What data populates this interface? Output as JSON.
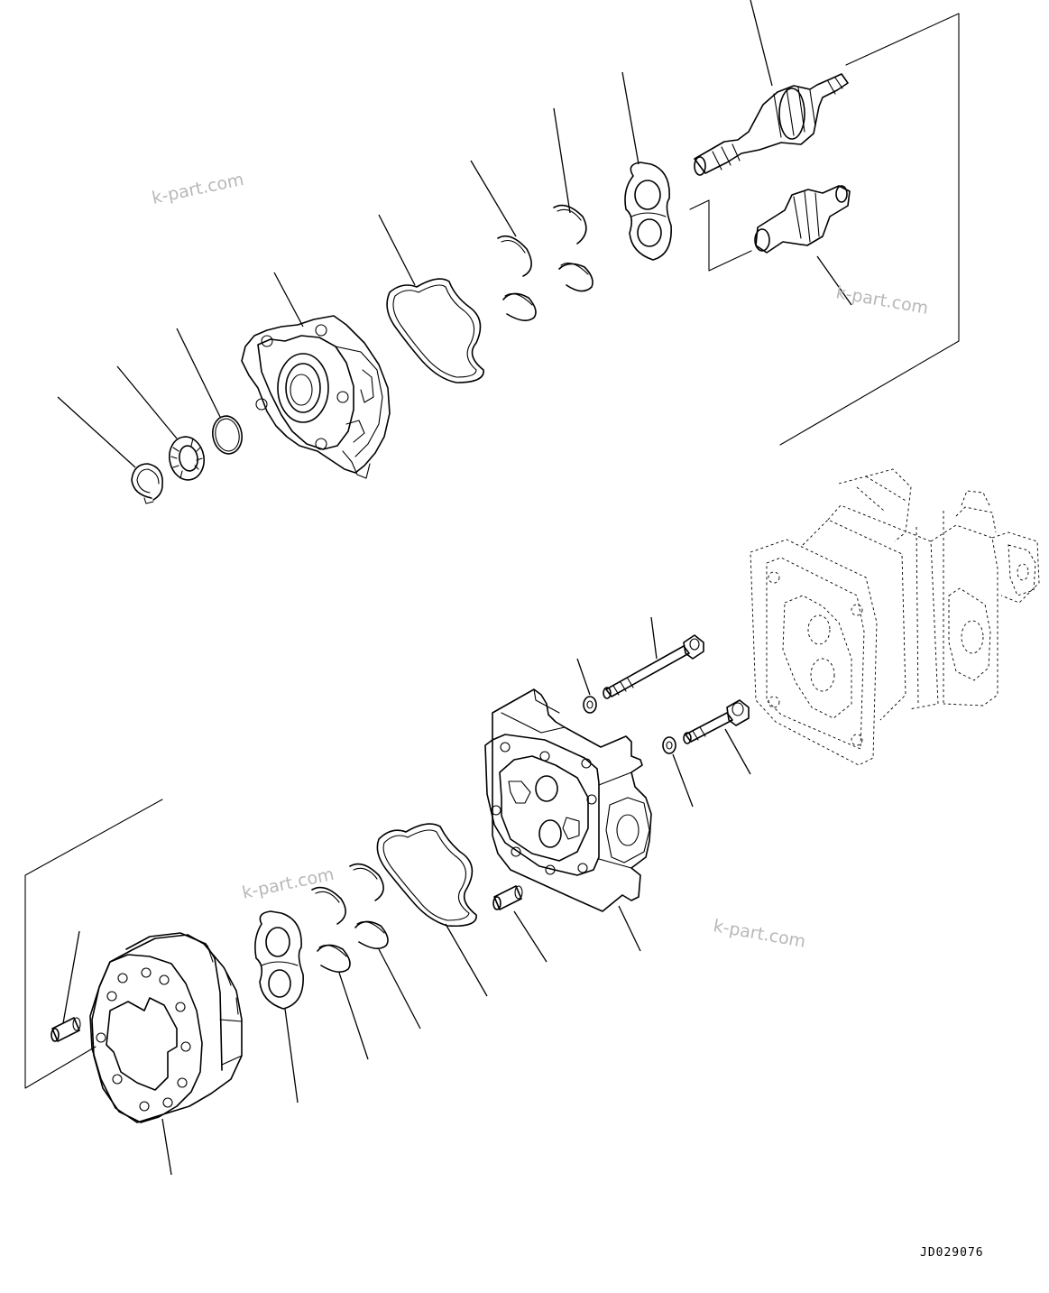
{
  "diagram": {
    "type": "exploded-parts-view",
    "drawing_code": "JD029076",
    "watermarks": [
      "k-part.com",
      "k-part.com",
      "k-part.com",
      "k-part.com"
    ]
  }
}
